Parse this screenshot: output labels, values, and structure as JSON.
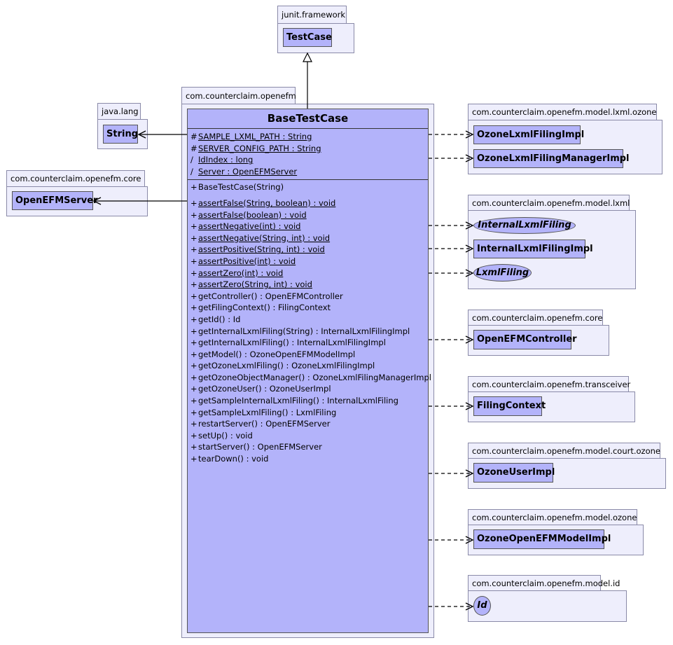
{
  "packages": {
    "junit_framework": {
      "name": "junit.framework",
      "classes": [
        "TestCase"
      ]
    },
    "java_lang": {
      "name": "java.lang",
      "classes": [
        "String"
      ]
    },
    "openefm_core_left": {
      "name": "com.counterclaim.openefm.core",
      "classes": [
        "OpenEFMServer"
      ]
    },
    "openefm": {
      "name": "com.counterclaim.openefm"
    },
    "lxml_ozone": {
      "name": "com.counterclaim.openefm.model.lxml.ozone",
      "classes": [
        "OzoneLxmlFilingImpl",
        "OzoneLxmlFilingManagerImpl"
      ]
    },
    "lxml": {
      "name": "com.counterclaim.openefm.model.lxml",
      "classes": [
        "InternalLxmlFilingImpl"
      ],
      "interfaces": [
        "InternalLxmlFiling",
        "LxmlFiling"
      ]
    },
    "core_right": {
      "name": "com.counterclaim.openefm.core",
      "classes": [
        "OpenEFMController"
      ]
    },
    "transceiver": {
      "name": "com.counterclaim.openefm.transceiver",
      "classes": [
        "FilingContext"
      ]
    },
    "court_ozone": {
      "name": "com.counterclaim.openefm.model.court.ozone",
      "classes": [
        "OzoneUserImpl"
      ]
    },
    "model_ozone": {
      "name": "com.counterclaim.openefm.model.ozone",
      "classes": [
        "OzoneOpenEFMModelImpl"
      ]
    },
    "model_id": {
      "name": "com.counterclaim.openefm.model.id",
      "interfaces": [
        "Id"
      ]
    }
  },
  "main_class": {
    "name": "BaseTestCase",
    "attributes": [
      {
        "vis": "#",
        "text": "SAMPLE_LXML_PATH : String"
      },
      {
        "vis": "#",
        "text": "SERVER_CONFIG_PATH : String"
      },
      {
        "vis": "/",
        "text": "IdIndex : long"
      },
      {
        "vis": "/",
        "text": "Server : OpenEFMServer"
      }
    ],
    "constructor": {
      "vis": "+",
      "text": "BaseTestCase(String)"
    },
    "methods": [
      {
        "vis": "+",
        "text": "assertFalse(String, boolean) : void"
      },
      {
        "vis": "+",
        "text": "assertFalse(boolean) : void"
      },
      {
        "vis": "+",
        "text": "assertNegative(int) : void"
      },
      {
        "vis": "+",
        "text": "assertNegative(String, int) : void"
      },
      {
        "vis": "+",
        "text": "assertPositive(String, int) : void"
      },
      {
        "vis": "+",
        "text": "assertPositive(int) : void"
      },
      {
        "vis": "+",
        "text": "assertZero(int) : void"
      },
      {
        "vis": "+",
        "text": "assertZero(String, int) : void"
      },
      {
        "vis": "+",
        "text": "getController() : OpenEFMController"
      },
      {
        "vis": "+",
        "text": "getFilingContext() : FilingContext"
      },
      {
        "vis": "+",
        "text": "getId() : Id"
      },
      {
        "vis": "+",
        "text": "getInternalLxmlFiling(String) : InternalLxmlFilingImpl"
      },
      {
        "vis": "+",
        "text": "getInternalLxmlFiling() : InternalLxmlFilingImpl"
      },
      {
        "vis": "+",
        "text": "getModel() : OzoneOpenEFMModelImpl"
      },
      {
        "vis": "+",
        "text": "getOzoneLxmlFiling() : OzoneLxmlFilingImpl"
      },
      {
        "vis": "+",
        "text": "getOzoneObjectManager() : OzoneLxmlFilingManagerImpl"
      },
      {
        "vis": "+",
        "text": "getOzoneUser() : OzoneUserImpl"
      },
      {
        "vis": "+",
        "text": "getSampleInternalLxmlFiling() : InternalLxmlFiling"
      },
      {
        "vis": "+",
        "text": "getSampleLxmlFiling() : LxmlFiling"
      },
      {
        "vis": "+",
        "text": "restartServer() : OpenEFMServer"
      },
      {
        "vis": "+",
        "text": "setUp() : void"
      },
      {
        "vis": "+",
        "text": "startServer() : OpenEFMServer"
      },
      {
        "vis": "+",
        "text": "tearDown() : void"
      }
    ],
    "static_method_count": 8
  }
}
